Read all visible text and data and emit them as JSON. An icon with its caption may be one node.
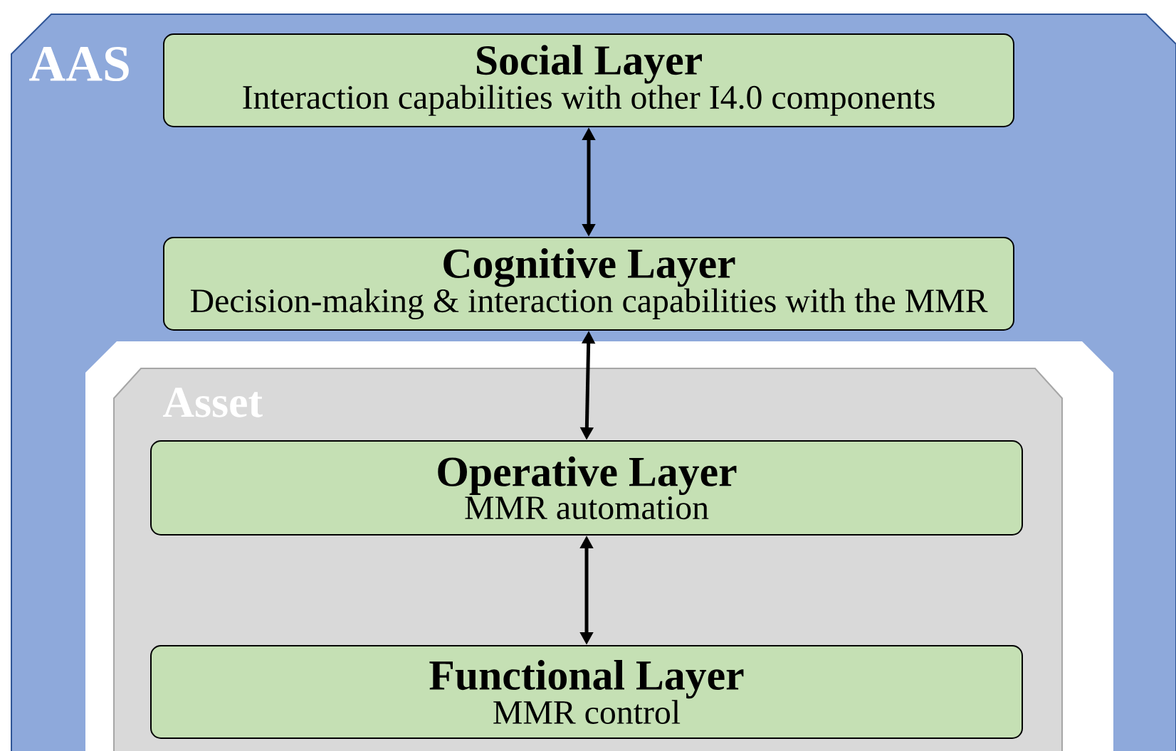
{
  "diagram": {
    "nodes": [
      {
        "text": [
          "AAS"
        ]
      },
      {
        "text": [
          "Social Layer",
          "Interaction capabilities with other I4.0 components"
        ],
        "in": 0
      },
      {
        "text": [
          "Cognitive Layer",
          "Decision-making & interaction capabilities with the MMR"
        ],
        "in": 0
      },
      {
        "text": [
          "Asset"
        ],
        "in": 0
      },
      {
        "text": [
          "Operative Layer",
          "MMR automation"
        ],
        "in": 3
      },
      {
        "text": [
          "Functional Layer",
          "MMR control"
        ],
        "in": 3
      }
    ],
    "edges": [
      {
        "from": 1,
        "to": 2,
        "arrow": "both"
      },
      {
        "from": 2,
        "to": 4,
        "arrow": "both"
      },
      {
        "from": 4,
        "to": 5,
        "arrow": "both"
      }
    ]
  }
}
